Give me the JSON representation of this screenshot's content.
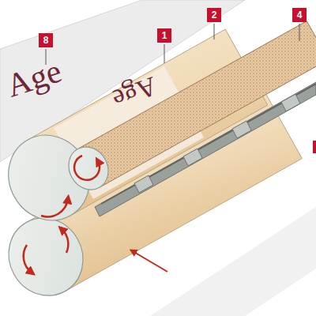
{
  "diagram": {
    "labels": [
      "8",
      "1",
      "2",
      "4",
      "Age",
      "Age"
    ]
  }
}
